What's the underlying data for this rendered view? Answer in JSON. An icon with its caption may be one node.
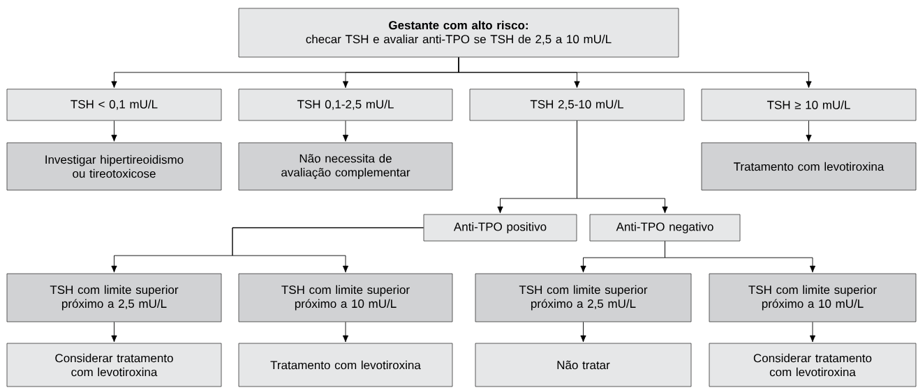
{
  "diagram": {
    "nodes": [
      {
        "text": [
          "Gestante com alto risco:",
          "checar TSH e avaliar anti-TPO se TSH de 2,5 a 10 mU/L"
        ]
      },
      {
        "text": [
          "TSH < 0,1 mU/L"
        ]
      },
      {
        "text": [
          "TSH 0,1-2,5 mU/L"
        ]
      },
      {
        "text": [
          "TSH 2,5-10 mU/L"
        ]
      },
      {
        "text": [
          "TSH ≥ 10 mU/L"
        ]
      },
      {
        "text": [
          "Investigar hipertireoidismo ou tireotoxicose"
        ]
      },
      {
        "text": [
          "Não necessita de avaliação complementar"
        ]
      },
      {
        "text": [
          "Tratamento com levotiroxina"
        ]
      },
      {
        "text": [
          "Anti-TPO positivo"
        ]
      },
      {
        "text": [
          "Anti-TPO negativo"
        ]
      },
      {
        "text": [
          "TSH com limite superior próximo a 2,5 mU/L"
        ]
      },
      {
        "text": [
          "TSH com limite superior próximo a 10 mU/L"
        ]
      },
      {
        "text": [
          "TSH com limite superior próximo a 2,5 mU/L"
        ]
      },
      {
        "text": [
          "TSH com limite superior próximo a 10 mU/L"
        ]
      },
      {
        "text": [
          "Considerar tratamento com levotiroxina"
        ]
      },
      {
        "text": [
          "Tratamento com levotiroxina"
        ]
      },
      {
        "text": [
          "Não tratar"
        ]
      },
      {
        "text": [
          "Considerar tratamento com levotiroxina"
        ]
      }
    ],
    "edges": [
      {
        "from": 0,
        "to": 1,
        "arrow": "to"
      },
      {
        "from": 0,
        "to": 2,
        "arrow": "to"
      },
      {
        "from": 0,
        "to": 3,
        "arrow": "to"
      },
      {
        "from": 0,
        "to": 4,
        "arrow": "to"
      },
      {
        "from": 1,
        "to": 5,
        "arrow": "to"
      },
      {
        "from": 2,
        "to": 6,
        "arrow": "to"
      },
      {
        "from": 4,
        "to": 7,
        "arrow": "to"
      },
      {
        "from": 3,
        "to": 8,
        "arrow": "to"
      },
      {
        "from": 3,
        "to": 9,
        "arrow": "to"
      },
      {
        "from": 8,
        "to": 10,
        "arrow": "to"
      },
      {
        "from": 8,
        "to": 11,
        "arrow": "to"
      },
      {
        "from": 9,
        "to": 12,
        "arrow": "to"
      },
      {
        "from": 9,
        "to": 13,
        "arrow": "to"
      },
      {
        "from": 10,
        "to": 14,
        "arrow": "to"
      },
      {
        "from": 11,
        "to": 15,
        "arrow": "to"
      },
      {
        "from": 12,
        "to": 16,
        "arrow": "to"
      },
      {
        "from": 13,
        "to": 17,
        "arrow": "to"
      }
    ]
  }
}
